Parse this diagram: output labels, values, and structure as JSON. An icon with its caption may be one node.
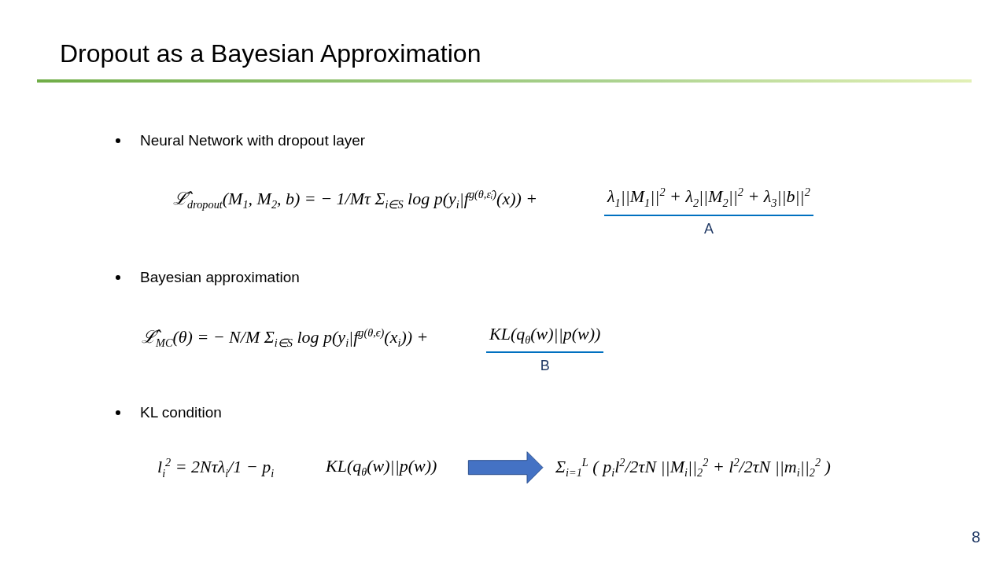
{
  "diagram": {
    "title": "Dropout as a Bayesian Approximation",
    "nodes": [
      {
        "text": [
          "KL(q$_{θ}$(w)||p(w))"
        ]
      },
      {
        "text": [
          "Σ$_{i=1}$$^{L}$ ( p$_{i}$l$^{2}$/2τN ||M$_{i}$||$_{2}$$^{2}$ + l$^{2}$/2τN ||m$_{i}$||$_{2}$$^{2}$ )"
        ]
      }
    ],
    "edges": [
      {
        "from": 0,
        "to": 1,
        "arrow": "to",
        "color": "#4472c4"
      }
    ],
    "labels": [
      "Neural Network with dropout layer",
      "ℒ̂$_{dropout}$(M$_{1}$, M$_{2}$, b) = − 1/Mτ Σ$_{i∈S}$ log p(y$_{i}$|f$^{g(θ,ε̂ᵢ)}$(x)) +",
      "λ$_{1}$||M$_{1}$||$^{2}$ + λ$_{2}$||M$_{2}$||$^{2}$ + λ$_{3}$||b||$^{2}$",
      "A",
      "Bayesian approximation",
      "ℒ̂$_{MC}$(θ) = − N/M Σ$_{i∈S}$ log p(y$_{i}$|f$^{g(θ,ϵ)}$(x$_{i}$)) +",
      "KL(q$_{θ}$(w)||p(w))",
      "B",
      "KL condition",
      "l$_{i}$$^{2}$ = 2Nτλ$_{i}$/1 − p$_{i}$",
      "8"
    ]
  }
}
